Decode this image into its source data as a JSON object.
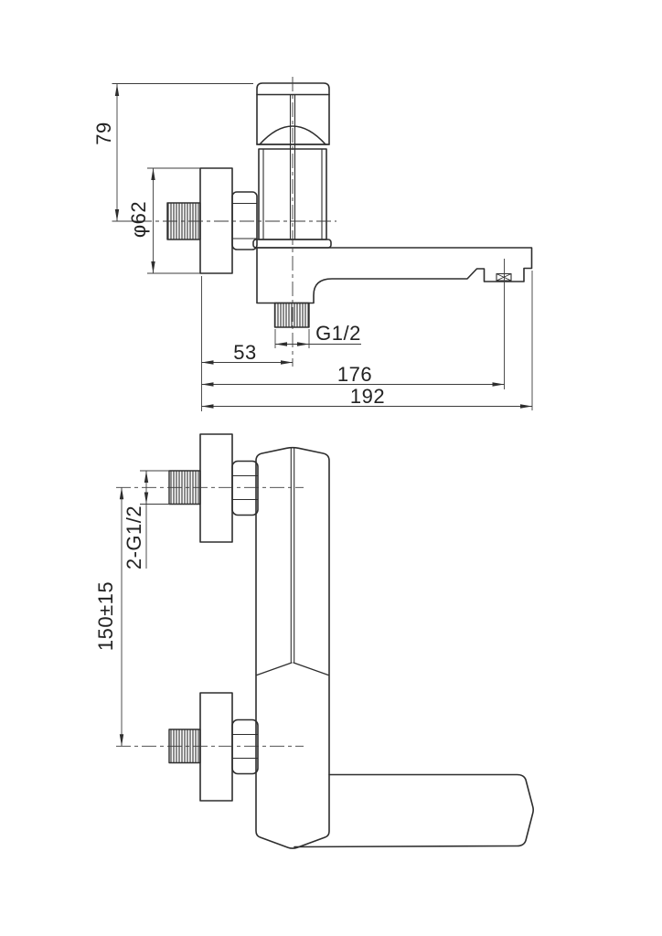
{
  "drawing": {
    "type": "technical-dimension-drawing",
    "subject": "wall-mounted bath mixer faucet, two orthographic views",
    "colors": {
      "line": "#2e2e2e",
      "thin_line": "#3c3c3c",
      "background": "#ffffff"
    },
    "side_view": {
      "height_to_center": "79",
      "escutcheon_diameter": "φ62",
      "wall_to_shower_outlet": "53",
      "wall_to_spout_end": "176",
      "total_projection": "192",
      "shower_outlet_thread": "G1/2"
    },
    "front_view": {
      "inlet_thread_spec": "2-G1/2",
      "inlet_center_distance": "150±15"
    }
  }
}
